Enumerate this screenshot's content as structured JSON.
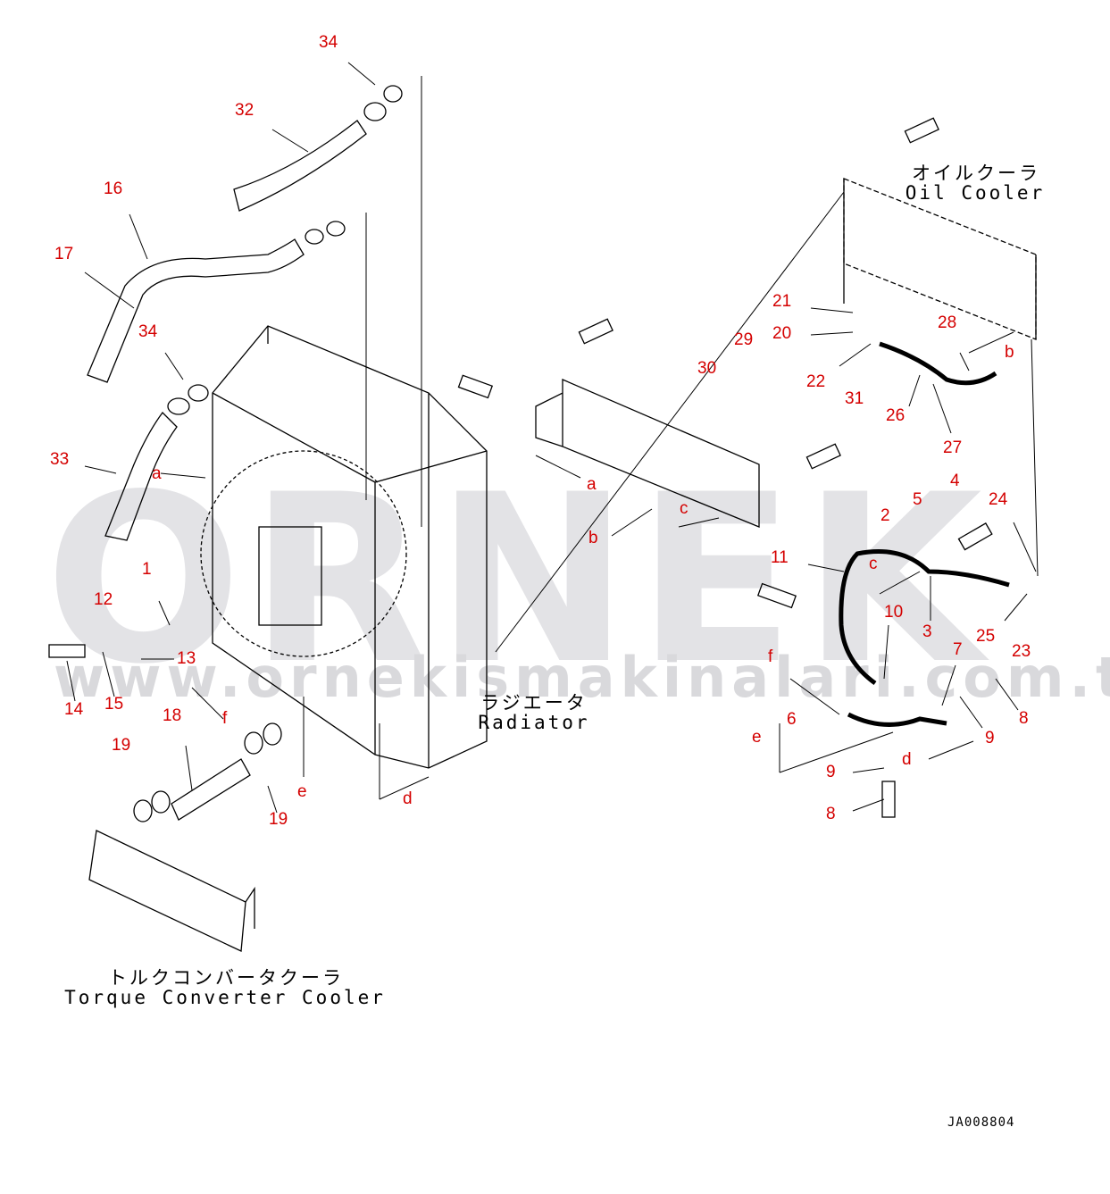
{
  "watermark": {
    "logo": "ORNEK",
    "url": "www.ornekismakinalari.com.tr"
  },
  "labels": {
    "oil_cooler_jp": "オイルクーラ",
    "oil_cooler_en": "Oil Cooler",
    "radiator_jp": "ラジエータ",
    "radiator_en": "Radiator",
    "tc_cooler_jp": "トルクコンバータクーラ",
    "tc_cooler_en": "Torque Converter Cooler"
  },
  "drawing_code": "JA008804",
  "callouts": [
    "34",
    "32",
    "16",
    "17",
    "34",
    "33",
    "a",
    "1",
    "12",
    "13",
    "14",
    "15",
    "18",
    "f",
    "19",
    "19",
    "e",
    "d",
    "a",
    "b",
    "c",
    "11",
    "30",
    "29",
    "21",
    "20",
    "22",
    "31",
    "26",
    "28",
    "b",
    "27",
    "4",
    "5",
    "24",
    "2",
    "c",
    "10",
    "3",
    "25",
    "23",
    "7",
    "8",
    "9",
    "f",
    "6",
    "e",
    "d",
    "9",
    "8"
  ],
  "colors": {
    "callout": "#d40000",
    "line": "#000000",
    "watermark": "#e3e3e6"
  }
}
